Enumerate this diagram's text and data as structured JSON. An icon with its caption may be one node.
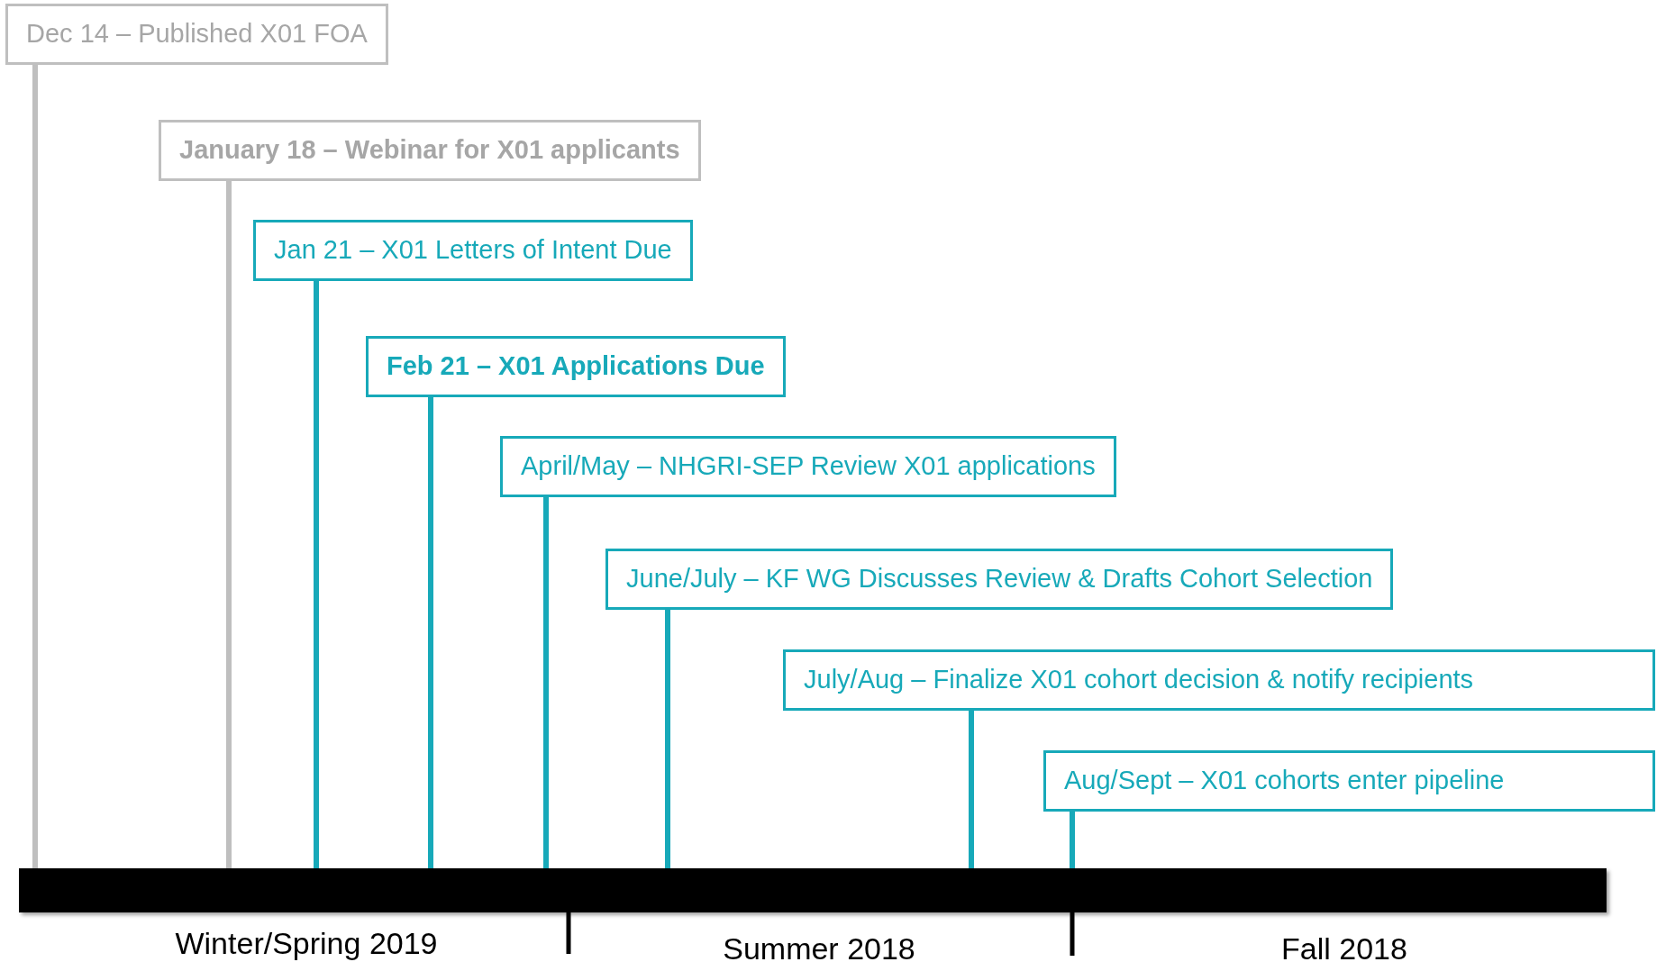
{
  "diagram": {
    "nodes": [
      {
        "text": [
          "Dec 14 – Published X01 FOA"
        ]
      },
      {
        "text": [
          "January 18 – Webinar for X01 applicants"
        ]
      },
      {
        "text": [
          "Jan 21 – X01 Letters of Intent Due"
        ]
      },
      {
        "text": [
          "Feb 21 – X01 Applications Due"
        ]
      },
      {
        "text": [
          "April/May – NHGRI-SEP Review X01 applications"
        ]
      },
      {
        "text": [
          "June/July – KF WG Discusses Review & Drafts Cohort Selection"
        ]
      },
      {
        "text": [
          "July/Aug – Finalize X01 cohort decision & notify recipients"
        ]
      },
      {
        "text": [
          "Aug/Sept – X01 cohorts enter pipeline"
        ]
      },
      {
        "text": [],
        "shape": "bar"
      }
    ],
    "edges": [
      {
        "from": 0,
        "to": 8,
        "arrow": "none",
        "color": "#bfbfbf"
      },
      {
        "from": 1,
        "to": 8,
        "arrow": "none",
        "color": "#bfbfbf"
      },
      {
        "from": 2,
        "to": 8,
        "arrow": "none"
      },
      {
        "from": 3,
        "to": 8,
        "arrow": "none"
      },
      {
        "from": 4,
        "to": 8,
        "arrow": "none"
      },
      {
        "from": 5,
        "to": 8,
        "arrow": "none"
      },
      {
        "from": 6,
        "to": 8,
        "arrow": "none"
      },
      {
        "from": 7,
        "to": 8,
        "arrow": "none"
      }
    ],
    "labels": [
      "Winter/Spring 2019",
      "Summer 2018",
      "Fall 2018"
    ]
  }
}
